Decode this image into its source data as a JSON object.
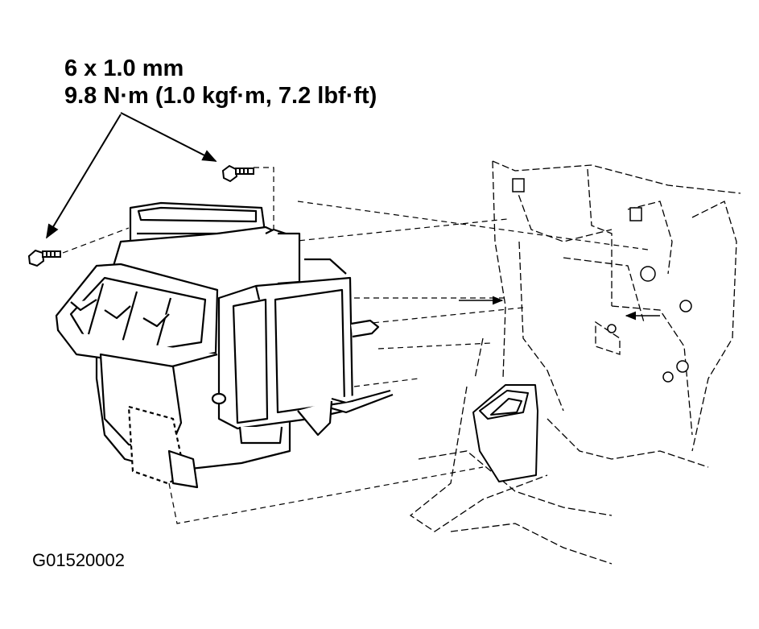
{
  "callout": {
    "size": "6 x 1.0 mm",
    "torque": "9.8 N·m (1.0 kgf·m, 7.2 lbf·ft)"
  },
  "figure_id": "G01520002",
  "icons": [
    "bolt-icon",
    "arrow-icon"
  ]
}
